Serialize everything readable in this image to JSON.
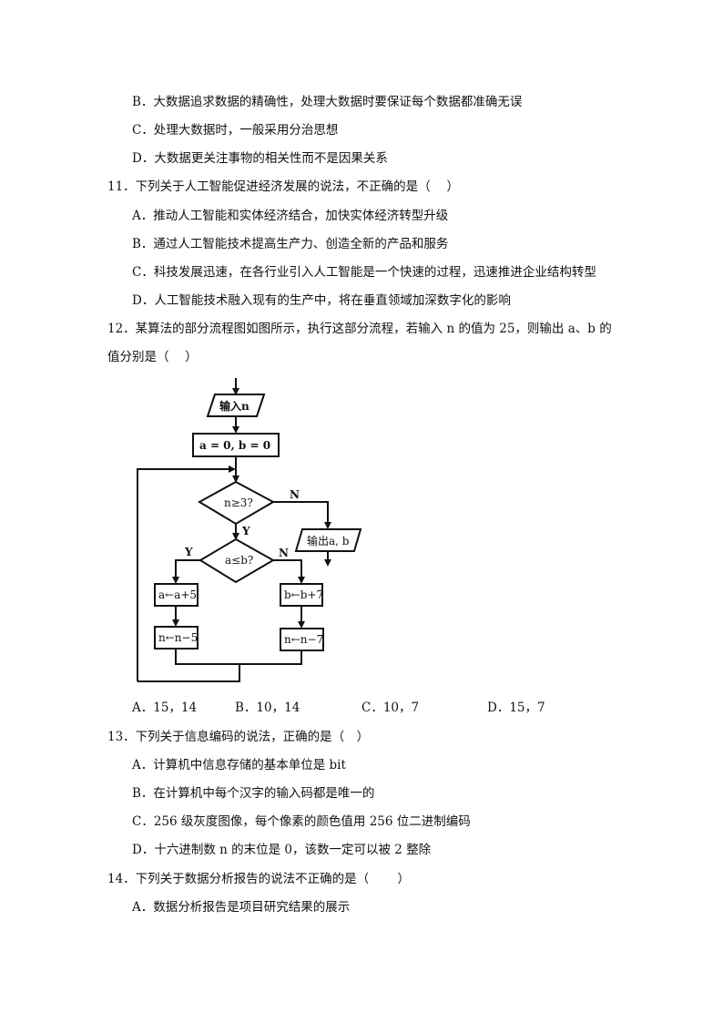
{
  "q10_tail": {
    "options": [
      {
        "label": "B．",
        "text": "大数据追求数据的精确性，处理大数据时要保证每个数据都准确无误"
      },
      {
        "label": "C．",
        "text": "处理大数据时，一般采用分治思想"
      },
      {
        "label": "D．",
        "text": "大数据更关注事物的相关性而不是因果关系"
      }
    ]
  },
  "q11": {
    "stem": "11．下列关于人工智能促进经济发展的说法，不正确的是（　 ）",
    "options": [
      {
        "label": "A．",
        "text": "推动人工智能和实体经济结合，加快实体经济转型升级"
      },
      {
        "label": "B．",
        "text": "通过人工智能技术提高生产力、创造全新的产品和服务"
      },
      {
        "label": "C．",
        "text": "科技发展迅速，在各行业引入人工智能是一个快速的过程，迅速推进企业结构转型"
      },
      {
        "label": "D．",
        "text": "人工智能技术融入现有的生产中，将在垂直领域加深数字化的影响"
      }
    ]
  },
  "q12": {
    "stem_line1": "12．某算法的部分流程图如图所示，执行这部分流程，若输入 n 的值为 25，则输出 a、b 的",
    "stem_line2": "值分别是（　 ）",
    "flowchart": {
      "input": "输入n",
      "init": "a = 0, b = 0",
      "cond1": "n≥3?",
      "cond1_yes": "Y",
      "cond1_no": "N",
      "output": "输出a, b",
      "cond2": "a≤b?",
      "cond2_yes": "Y",
      "cond2_no": "N",
      "left1": "a←a+5",
      "left2": "n←n−5",
      "right1": "b←b+7",
      "right2": "n←n−7"
    },
    "options": [
      {
        "label": "A．",
        "text": "15，14"
      },
      {
        "label": "B．",
        "text": "10，14"
      },
      {
        "label": "C．",
        "text": "10，7"
      },
      {
        "label": "D．",
        "text": "15，7"
      }
    ]
  },
  "q13": {
    "stem": "13．下列关于信息编码的说法，正确的是（　）",
    "options": [
      {
        "label": "A．",
        "text": "计算机中信息存储的基本单位是 bit"
      },
      {
        "label": "B．",
        "text": "在计算机中每个汉字的输入码都是唯一的"
      },
      {
        "label": "C．",
        "text": "256 级灰度图像，每个像素的颜色值用 256 位二进制编码"
      },
      {
        "label": "D．",
        "text": "十六进制数 n 的末位是 0，该数一定可以被 2 整除"
      }
    ]
  },
  "q14": {
    "stem": "14．下列关于数据分析报告的说法不正确的是（　　 ）",
    "options": [
      {
        "label": "A．",
        "text": "数据分析报告是项目研究结果的展示"
      }
    ]
  }
}
